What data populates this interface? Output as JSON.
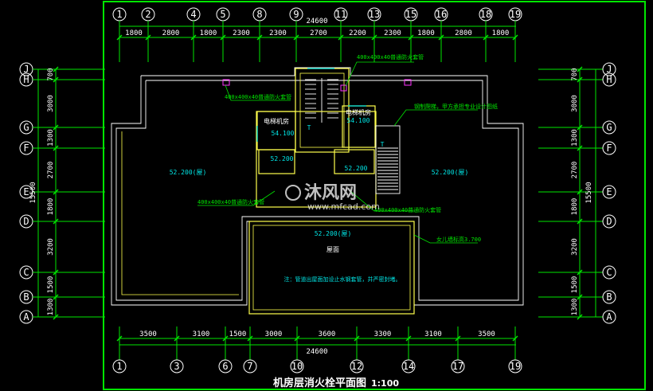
{
  "title": "机房层消火栓平面图",
  "scale": "1:100",
  "top_axes": [
    "1",
    "2",
    "4",
    "5",
    "8",
    "9",
    "11",
    "13",
    "15",
    "16",
    "18",
    "19"
  ],
  "top_total": "24600",
  "top_dims": [
    "1800",
    "2800",
    "1800",
    "2300",
    "2300",
    "2700",
    "2200",
    "2300",
    "1800",
    "2800",
    "1800"
  ],
  "bottom_axes": [
    "1",
    "3",
    "6",
    "7",
    "10",
    "12",
    "14",
    "17",
    "19"
  ],
  "bottom_total": "24600",
  "bottom_dims": [
    "3500",
    "3100",
    "1500",
    "3000",
    "3600",
    "3300",
    "3100",
    "3500"
  ],
  "side_axes": [
    "J",
    "H",
    "G",
    "F",
    "E",
    "D",
    "C",
    "B",
    "A"
  ],
  "side_total": "15500",
  "side_dims": [
    "700",
    "3000",
    "1300",
    "2700",
    "1800",
    "3200",
    "1500",
    "1300"
  ],
  "labels": {
    "hydrant_top": "400x400x40普通防火套管",
    "hydrant_left": "400x400x40普通防火套管",
    "hydrant_bl": "400x400x40普通防火套管",
    "hydrant_br": "400x400x40普通防火套管",
    "ladder_note": "钢制爬梯，甲方承担专业设计图纸",
    "room_left": "电梯机房",
    "elev_left": "54.100",
    "room_right": "电梯机房",
    "elev_right": "54.100",
    "elev_mid1": "52.200",
    "elev_mid2": "52.200",
    "roof_left": "52.200(屋)",
    "roof_right": "52.200(屋)",
    "roof_center": "52.200(屋)",
    "roof_sub": "屋面",
    "parapet": "女儿墙标高3.700",
    "note": "注：管道出屋面加设止水钢套管，并严密封堵。",
    "stair_t": "T"
  },
  "watermark": {
    "name": "沐风网",
    "url": "www.mfcad.com"
  }
}
